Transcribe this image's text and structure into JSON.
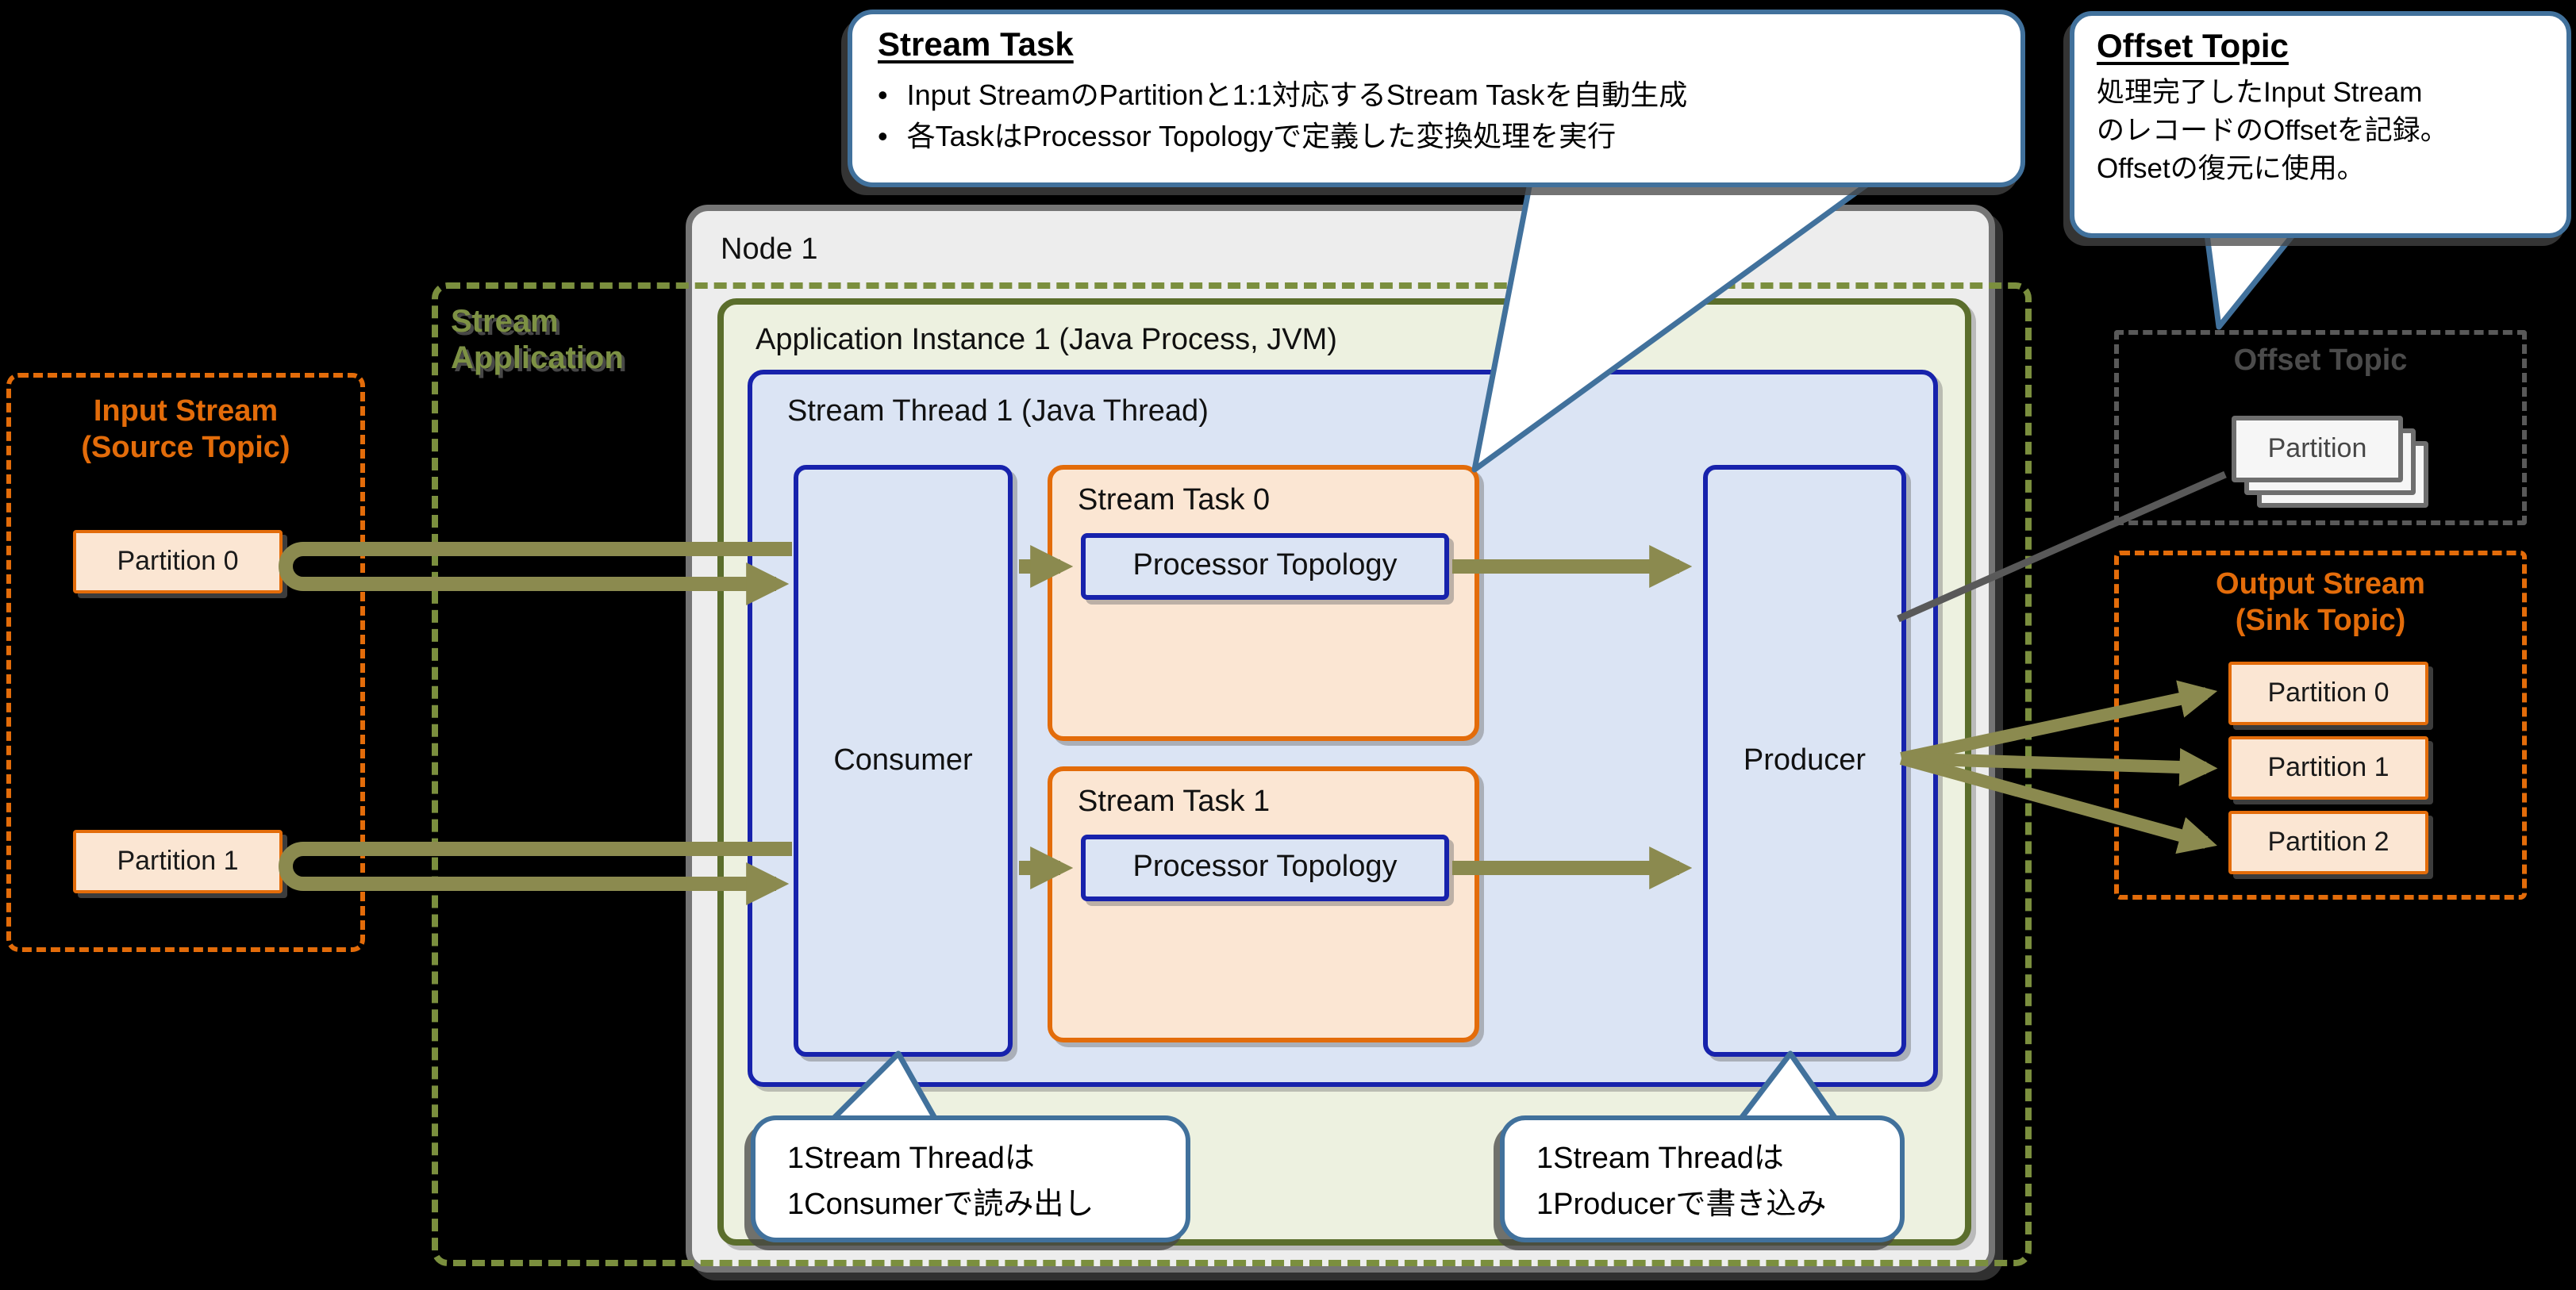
{
  "colors": {
    "orange": "#e36c0a",
    "olive_arrow": "#8b8a4f",
    "green_border": "#5b6e2c",
    "dashed_green": "#7b8f3e",
    "blue_border": "#1722ac",
    "callout_border": "#41719c",
    "node_gray": "#757575",
    "fill_blue": "#dbe4f4",
    "fill_green": "#edf1e0",
    "fill_peach": "#fbe6d3"
  },
  "callout_stream_task": {
    "title": "Stream Task",
    "bullet_char": "•",
    "bullets": [
      "Input StreamのPartitionと1:1対応するStream Taskを自動生成",
      "各TaskはProcessor Topologyで定義した変換処理を実行"
    ]
  },
  "callout_offset_topic": {
    "title": "Offset Topic",
    "lines": [
      "処理完了したInput Stream",
      "のレコードのOffsetを記録。",
      "Offsetの復元に使用。"
    ]
  },
  "node": {
    "label": "Node 1"
  },
  "stream_application": {
    "label_line1": "Stream",
    "label_line2": "Application"
  },
  "application_instance": {
    "label": "Application Instance 1 (Java Process, JVM)"
  },
  "stream_thread": {
    "label": "Stream Thread 1 (Java Thread)"
  },
  "consumer": {
    "label": "Consumer"
  },
  "producer": {
    "label": "Producer"
  },
  "stream_tasks": [
    {
      "title": "Stream Task 0",
      "topology_label": "Processor Topology"
    },
    {
      "title": "Stream Task 1",
      "topology_label": "Processor Topology"
    }
  ],
  "input_stream": {
    "title_line1": "Input Stream",
    "title_line2": "(Source Topic)",
    "partitions": [
      "Partition 0",
      "Partition 1"
    ]
  },
  "offset_topic": {
    "title": "Offset Topic",
    "partition_label": "Partition"
  },
  "output_stream": {
    "title_line1": "Output Stream",
    "title_line2": "(Sink Topic)",
    "partitions": [
      "Partition 0",
      "Partition 1",
      "Partition 2"
    ]
  },
  "callout_consumer": {
    "lines": [
      "1Stream Threadは",
      "1Consumerで読み出し"
    ]
  },
  "callout_producer": {
    "lines": [
      "1Stream Threadは",
      "1Producerで書き込み"
    ]
  }
}
